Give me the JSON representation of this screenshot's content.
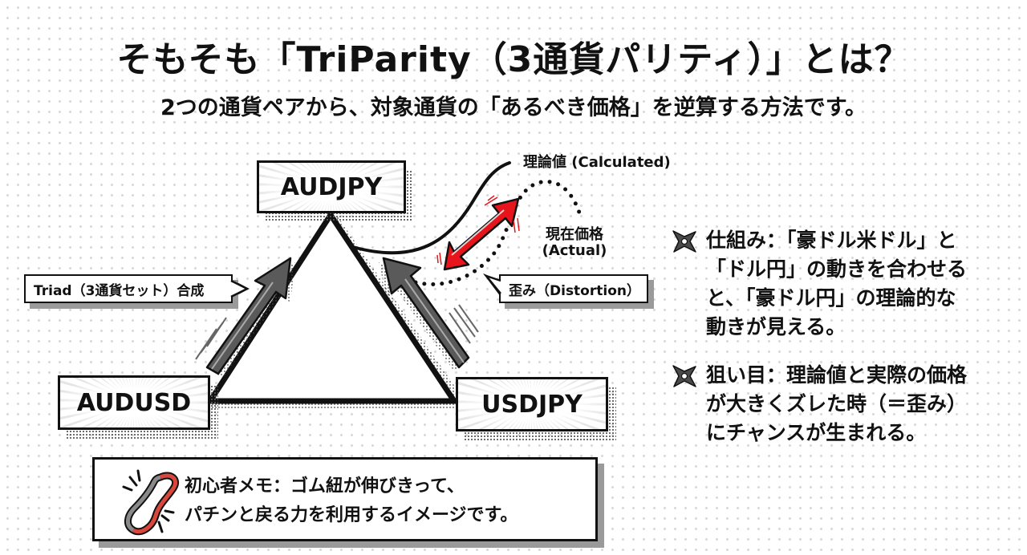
{
  "header": {
    "title": "そもそも「TriParity（3通貨パリティ）」とは？",
    "subtitle": "2つの通貨ペアから、対象通貨の「あるべき価格」を逆算する方法です。"
  },
  "diagram": {
    "nodes": {
      "top": "AUDJPY",
      "left": "AUDUSD",
      "right": "USDJPY"
    },
    "labels": {
      "calculated": "理論値 (Calculated)",
      "actual_line1": "現在価格",
      "actual_line2": "(Actual)",
      "distortion": "歪み（Distortion）",
      "triad": "Triad（3通貨セット）合成"
    },
    "icons": {
      "synthesis_arrows": "gray-arrow-icon",
      "distortion_arrow": "red-double-arrow-icon"
    },
    "colors": {
      "distortion": "#e8141b",
      "arrow": "#5a5a5a",
      "line": "#111111"
    }
  },
  "bullets": [
    {
      "icon": "shuriken-icon",
      "lines": [
        "仕組み：「豪ドル米ドル」と",
        "「ドル円」の動きを合わせる",
        "と、「豪ドル円」の理論的な",
        "動きが見える。"
      ]
    },
    {
      "icon": "shuriken-icon",
      "lines": [
        "狙い目：理論値と実際の価格",
        "が大きくズレた時（＝歪み）",
        "にチャンスが生まれる。"
      ]
    }
  ],
  "memo": {
    "icon": "rubber-band-icon",
    "line1": "初心者メモ：ゴム紐が伸びきって、",
    "line2": "パチンと戻る力を利用するイメージです。"
  }
}
